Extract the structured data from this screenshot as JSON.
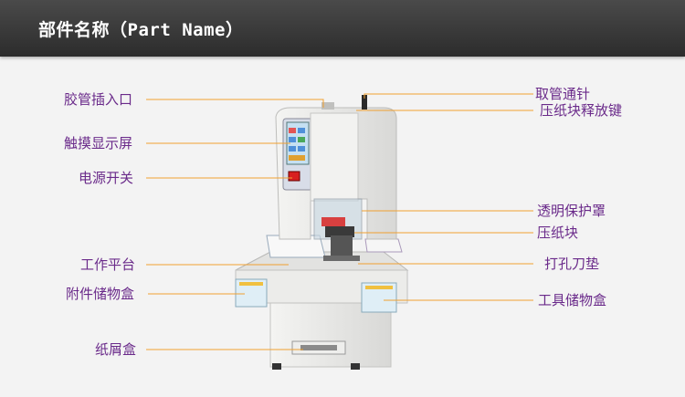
{
  "header": {
    "title": "部件名称（Part Name）"
  },
  "labels": {
    "glue_tube_inlet": "胶管插入口",
    "touch_screen": "触摸显示屏",
    "power_switch": "电源开关",
    "work_platform": "工作平台",
    "accessory_box": "附件储物盒",
    "scrap_box": "纸屑盒",
    "tube_retrieve_needle": "取管通针",
    "press_release_key": "压纸块释放键",
    "transparent_cover": "透明保护罩",
    "press_block": "压纸块",
    "punch_pad": "打孔刀垫",
    "tool_box": "工具储物盒"
  },
  "colors": {
    "header_bg": "#3a3a3a",
    "label_text": "#6a2a8a",
    "leader_line": "#f0a030",
    "machine_body": "#e6e6e4"
  }
}
